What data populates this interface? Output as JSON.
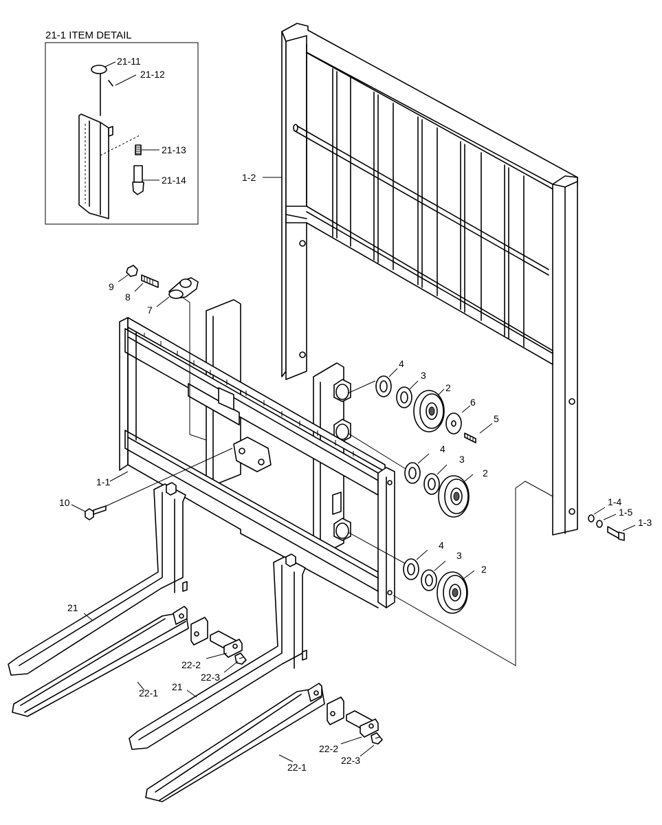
{
  "detail_title": "21-1 ITEM DETAIL",
  "labels": {
    "d2111": "21-11",
    "d2112": "21-12",
    "d2113": "21-13",
    "d2114": "21-14",
    "carriage": "1-2",
    "p9": "9",
    "p8": "8",
    "p7": "7",
    "w4a": "4",
    "w3a": "3",
    "r2a": "2",
    "w6": "6",
    "b5": "5",
    "w4b": "4",
    "w3b": "3",
    "r2b": "2",
    "w4c": "4",
    "w3c": "3",
    "r2c": "2",
    "frame": "1-1",
    "p10": "10",
    "p14": "1-4",
    "p15": "1-5",
    "p13": "1-3",
    "fork_a": "21",
    "ext_a": "22-1",
    "pin_a": "22-2",
    "bolt_a": "22-3",
    "fork_b": "21",
    "ext_b": "22-1",
    "pin_b": "22-2",
    "bolt_b": "22-3"
  }
}
